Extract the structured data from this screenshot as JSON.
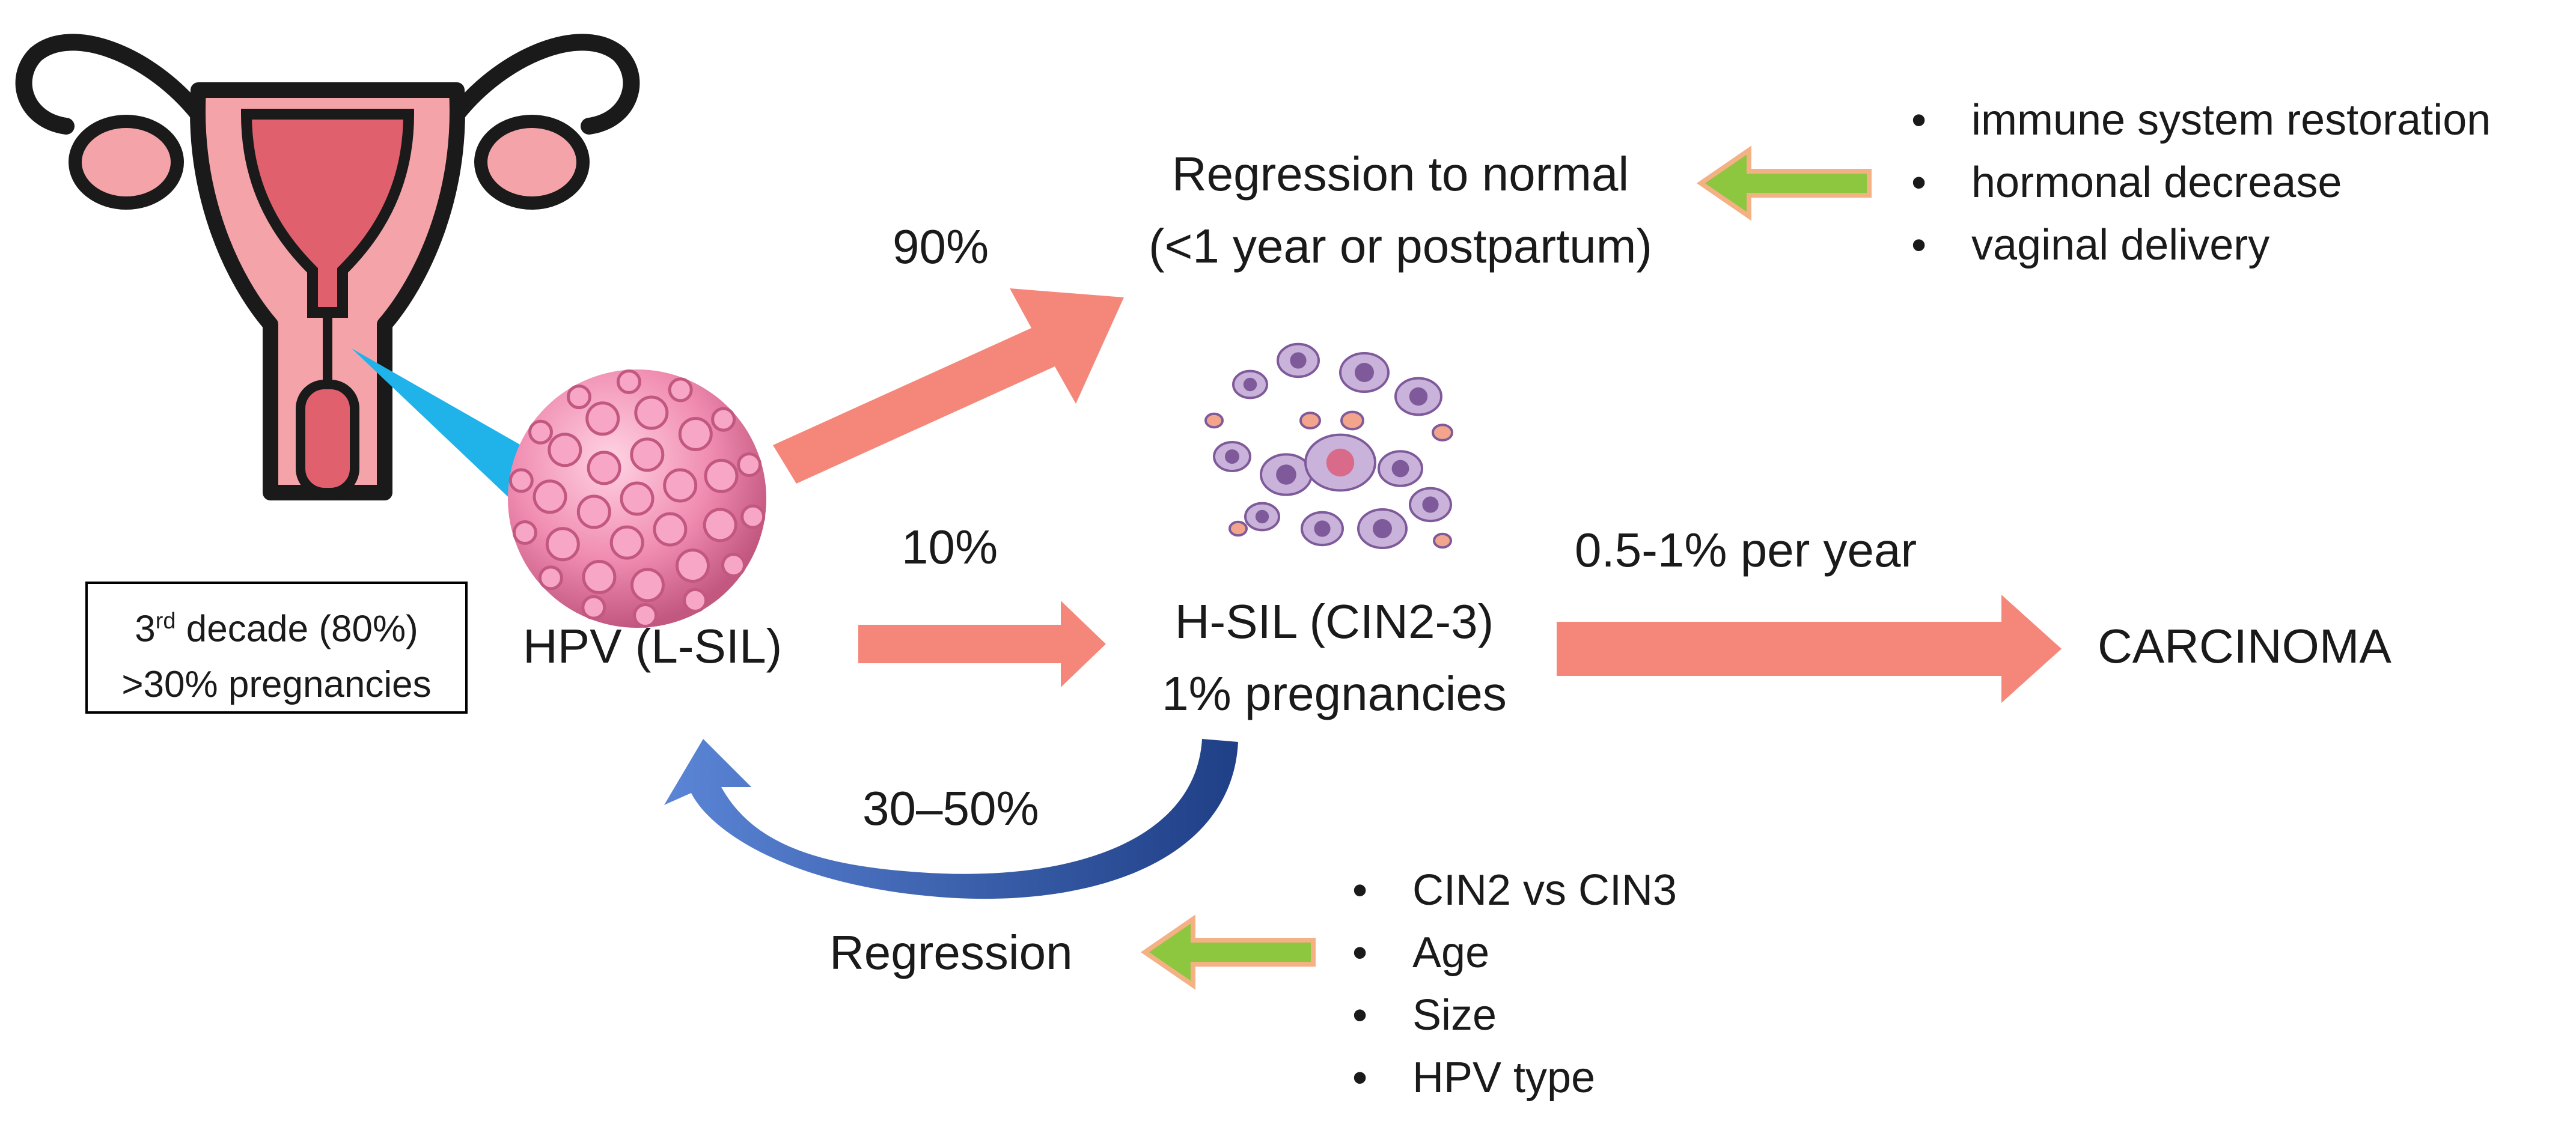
{
  "nodes": {
    "regression_normal": [
      "Regression to normal",
      "(<1 year or postpartum)"
    ],
    "hpv": "HPV (L-SIL)",
    "hsil": [
      "H-SIL (CIN2-3)",
      "1% pregnancies"
    ],
    "carcinoma": "CARCINOMA",
    "regression": "Regression"
  },
  "edge_labels": {
    "to_normal": "90%",
    "to_hsil": "10%",
    "to_carcinoma": "0.5-1% per year",
    "back_to_hpv": "30–50%"
  },
  "info_box": {
    "line1_prefix": "3",
    "line1_superscript": "rd",
    "line1_suffix": " decade (80%)",
    "line2": ">30% pregnancies"
  },
  "factors_normal": [
    "immune system restoration",
    "hormonal decrease",
    "vaginal delivery"
  ],
  "factors_regression": [
    "CIN2 vs CIN3",
    "Age",
    "Size",
    "HPV type"
  ],
  "icons": [
    "uterus-icon",
    "hpv-virus-icon",
    "abnormal-cells-icon"
  ],
  "colors": {
    "progression_arrow": "#f5877a",
    "factor_arrow_fill": "#8dc63f",
    "factor_arrow_outline": "#f4b183",
    "regression_arrow": "#2f5aa8",
    "virus": "#f08bb0",
    "uterus": "#f4a3a8",
    "cells": "#9b7fb0"
  }
}
